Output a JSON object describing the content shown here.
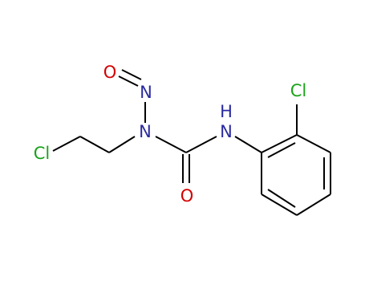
{
  "molecule": {
    "colors": {
      "bond": "#000000",
      "chlorine": "#1aa31a",
      "nitrogen": "#2a2aa0",
      "oxygen": "#d40000"
    },
    "atoms": [
      {
        "id": "o-nitroso",
        "element": "O",
        "label": "O"
      },
      {
        "id": "n-nitroso",
        "element": "N",
        "label": "N"
      },
      {
        "id": "n-urea",
        "element": "N",
        "label": "N"
      },
      {
        "id": "nh",
        "element": "N",
        "label": "N"
      },
      {
        "id": "h-on-nh",
        "element": "H",
        "label": "H"
      },
      {
        "id": "o-carbonyl",
        "element": "O",
        "label": "O"
      },
      {
        "id": "cl-ethyl",
        "element": "Cl",
        "label": "Cl"
      },
      {
        "id": "cl-aryl",
        "element": "Cl",
        "label": "Cl"
      }
    ]
  }
}
